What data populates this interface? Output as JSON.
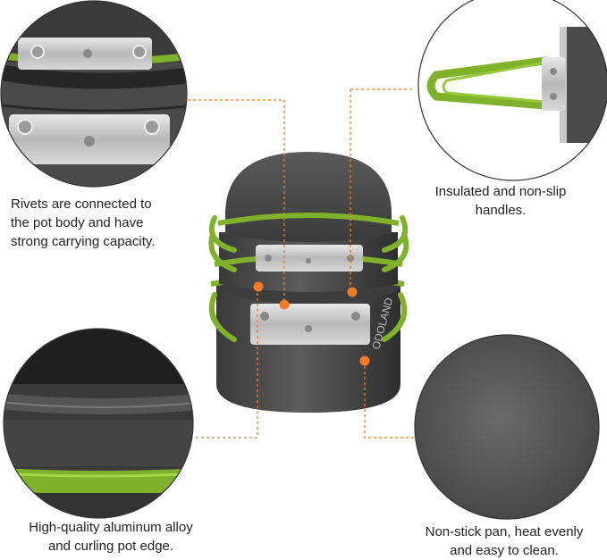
{
  "captions": {
    "rivets": "Rivets are connected to\nthe pot body and have\nstrong carrying capacity.",
    "handles": "Insulated and non-slip\nhandles.",
    "aluminum": "High-quality aluminum alloy\nand curling pot edge.",
    "nonstick": "Non-stick pan, heat evenly\nand easy to clean."
  },
  "colors": {
    "pot_body": "#4a4a4a",
    "pot_dark": "#2f2f2f",
    "handle_green": "#7fb22a",
    "steel": "#c9c9c9",
    "callout_orange": "#f07a2b",
    "circle_border": "#333333"
  }
}
